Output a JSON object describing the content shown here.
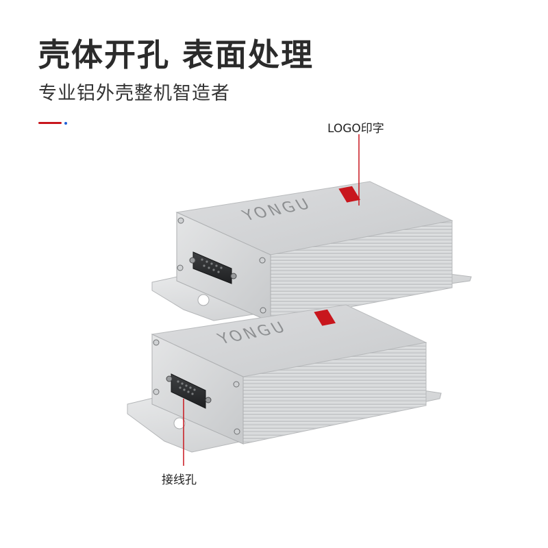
{
  "header": {
    "title": "壳体开孔 表面处理",
    "subtitle": "专业铝外壳整机智造者"
  },
  "product": {
    "brand_logo": "YONGU"
  },
  "callouts": {
    "logo_label": "LOGO印字",
    "port_label": "接线孔"
  },
  "colors": {
    "accent_red": "#c8161d",
    "accent_blue": "#1f5fd6",
    "callout_line": "#c8161d",
    "aluminum": "#d9dadb"
  },
  "icons": [
    "db9-connector-icon",
    "screw-icon",
    "logo-stamp-icon"
  ]
}
